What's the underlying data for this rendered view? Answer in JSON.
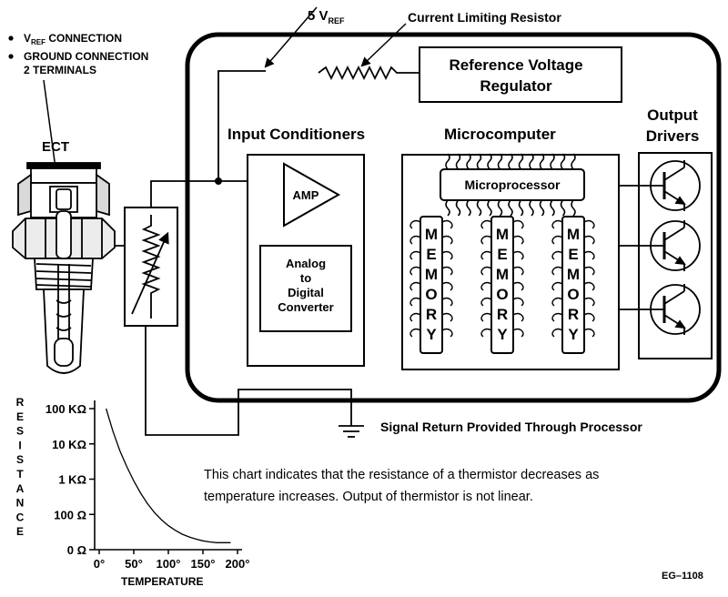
{
  "labels": {
    "vref_connection": "V",
    "vref_sub": "REF",
    "vref_connection_suffix": " CONNECTION",
    "ground_connection": "GROUND CONNECTION",
    "ground_terminals": "2 TERMINALS",
    "ect": "ECT",
    "five_v": "5 V",
    "five_v_sub": "REF",
    "current_limiting_resistor": "Current Limiting Resistor",
    "reference_regulator_line1": "Reference Voltage",
    "reference_regulator_line2": "Regulator",
    "input_conditioners": "Input Conditioners",
    "microcomputer": "Microcomputer",
    "output_drivers_line1": "Output",
    "output_drivers_line2": "Drivers",
    "amp": "AMP",
    "adc_line1": "Analog",
    "adc_line2": "to",
    "adc_line3": "Digital",
    "adc_line4": "Converter",
    "microprocessor": "Microprocessor",
    "memory_letters": [
      "M",
      "E",
      "M",
      "O",
      "R",
      "Y"
    ],
    "signal_return": "Signal Return Provided Through Processor",
    "note_line1": "This chart indicates that the resistance of a thermistor decreases as",
    "note_line2": "temperature increases. Output of thermistor is not linear.",
    "figure_id": "EG–1108"
  },
  "chart_data": {
    "type": "line",
    "ylabel_letters": [
      "R",
      "E",
      "S",
      "I",
      "S",
      "T",
      "A",
      "N",
      "C",
      "E"
    ],
    "xlabel": "TEMPERATURE",
    "y_ticks": [
      "100 KΩ",
      "10 KΩ",
      "1 KΩ",
      "100 Ω",
      "0 Ω"
    ],
    "x_ticks": [
      "0°",
      "50°",
      "100°",
      "150°",
      "200°"
    ],
    "x": [
      10,
      20,
      30,
      40,
      50,
      60,
      70,
      80,
      90,
      100,
      110,
      120,
      130,
      140,
      150,
      160,
      170,
      180,
      190
    ],
    "y_level": [
      4.0,
      3.35,
      2.8,
      2.35,
      1.95,
      1.6,
      1.3,
      1.05,
      0.85,
      0.68,
      0.55,
      0.44,
      0.36,
      0.3,
      0.25,
      0.22,
      0.2,
      0.2,
      0.2
    ],
    "xlim": [
      0,
      200
    ],
    "grid": false
  }
}
